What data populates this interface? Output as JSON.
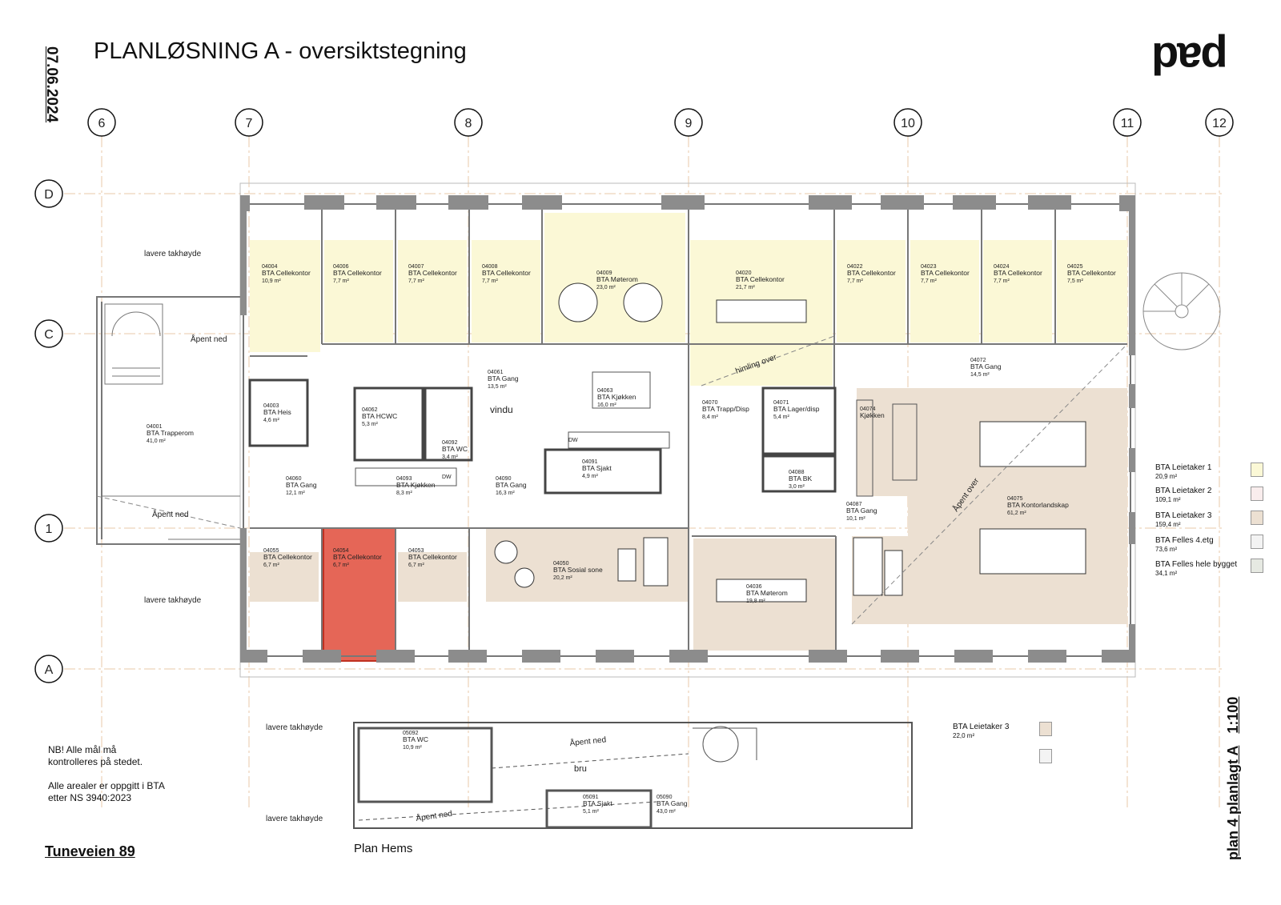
{
  "header": {
    "title": "PLANLØSNING A - oversiktstegning",
    "date": "07.06.2024",
    "logo_text": "pad"
  },
  "footer": {
    "address": "Tuneveien 89",
    "sheet_name": "plan 4 planlagt A",
    "scale": "1:100",
    "plan_hems_label": "Plan Hems"
  },
  "notes": {
    "line1": "NB! Alle mål må",
    "line2": "kontrolleres på stedet.",
    "line3": "Alle arealer er oppgitt i BTA",
    "line4": "etter NS 3940:2023"
  },
  "grid": {
    "columns": [
      "6",
      "7",
      "8",
      "9",
      "10",
      "11",
      "12"
    ],
    "rows": [
      "D",
      "C",
      "1",
      "A"
    ]
  },
  "colors": {
    "leietaker1": "#fbf8d6",
    "leietaker2": "#f9eded",
    "leietaker3": "#ece0d2",
    "felles_etg": "#f3f3f3",
    "felles_bygget": "#e6e9e2",
    "highlight": "#e25545",
    "wall": "#8c8c8c"
  },
  "annotations": {
    "lavere_takhoyde": "lavere takhøyde",
    "apent_ned": "Åpent ned",
    "apent_over": "Åpent over",
    "himling_over": "himling over",
    "vindu": "vindu",
    "bru": "bru",
    "dw": "DW"
  },
  "rooms": [
    {
      "id": "04004",
      "name": "BTA Cellekontor",
      "area": "10,9 m²"
    },
    {
      "id": "04006",
      "name": "BTA Cellekontor",
      "area": "7,7 m²"
    },
    {
      "id": "04007",
      "name": "BTA Cellekontor",
      "area": "7,7 m²"
    },
    {
      "id": "04008",
      "name": "BTA Cellekontor",
      "area": "7,7 m²"
    },
    {
      "id": "04009",
      "name": "BTA Møterom",
      "area": "23,0 m²"
    },
    {
      "id": "04020",
      "name": "BTA Cellekontor",
      "area": "21,7 m²"
    },
    {
      "id": "04022",
      "name": "BTA Cellekontor",
      "area": "7,7 m²"
    },
    {
      "id": "04023",
      "name": "BTA Cellekontor",
      "area": "7,7 m²"
    },
    {
      "id": "04024",
      "name": "BTA Cellekontor",
      "area": "7,7 m²"
    },
    {
      "id": "04025",
      "name": "BTA Cellekontor",
      "area": "7,5 m²"
    },
    {
      "id": "04001",
      "name": "BTA Trapperom",
      "area": "41,0 m²"
    },
    {
      "id": "04003",
      "name": "BTA Heis",
      "area": "4,6 m²"
    },
    {
      "id": "04062",
      "name": "BTA HCWC",
      "area": "5,3 m²"
    },
    {
      "id": "04092",
      "name": "BTA WC",
      "area": "3,4 m²"
    },
    {
      "id": "04061",
      "name": "BTA Gang",
      "area": "13,5 m²"
    },
    {
      "id": "04063",
      "name": "BTA Kjøkken",
      "area": "16,0 m²"
    },
    {
      "id": "04070",
      "name": "BTA Trapp/Disp",
      "area": "8,4 m²"
    },
    {
      "id": "04071",
      "name": "BTA Lager/disp",
      "area": "5,4 m²"
    },
    {
      "id": "04074",
      "name": "Kjøkken",
      "area": ""
    },
    {
      "id": "04072",
      "name": "BTA Gang",
      "area": "14,5 m²"
    },
    {
      "id": "04060",
      "name": "BTA Gang",
      "area": "12,1 m²"
    },
    {
      "id": "04093",
      "name": "BTA Kjøkken",
      "area": "8,3 m²"
    },
    {
      "id": "04090",
      "name": "BTA Gang",
      "area": "16,3 m²"
    },
    {
      "id": "04091",
      "name": "BTA Sjakt",
      "area": "4,9 m²"
    },
    {
      "id": "04088",
      "name": "BTA BK",
      "area": "3,0 m²"
    },
    {
      "id": "04087",
      "name": "BTA Gang",
      "area": "10,1 m²"
    },
    {
      "id": "04075",
      "name": "BTA Kontorlandskap",
      "area": "61,2 m²"
    },
    {
      "id": "04055",
      "name": "BTA Cellekontor",
      "area": "6,7 m²"
    },
    {
      "id": "04054",
      "name": "BTA Cellekontor",
      "area": "6,7 m²"
    },
    {
      "id": "04053",
      "name": "BTA Cellekontor",
      "area": "6,7 m²"
    },
    {
      "id": "04050",
      "name": "BTA Sosial sone",
      "area": "20,2 m²"
    },
    {
      "id": "04036",
      "name": "BTA Møterom",
      "area": "19,8 m²"
    },
    {
      "id": "05092",
      "name": "BTA WC",
      "area": "10,9 m²"
    },
    {
      "id": "05091",
      "name": "BTA Sjakt",
      "area": "5,1 m²"
    },
    {
      "id": "05090",
      "name": "BTA Gang",
      "area": "43,0 m²"
    }
  ],
  "legend": [
    {
      "label": "BTA Leietaker 1",
      "area": "20,9 m²"
    },
    {
      "label": "BTA Leietaker 2",
      "area": "109,1 m²"
    },
    {
      "label": "BTA Leietaker 3",
      "area": "159,4 m²"
    },
    {
      "label": "BTA Felles 4.etg",
      "area": "73,6 m²"
    },
    {
      "label": "BTA Felles hele bygget",
      "area": "34,1 m²"
    }
  ],
  "hems_legend": [
    {
      "label": "BTA Leietaker 3",
      "area": "22,0 m²"
    }
  ]
}
